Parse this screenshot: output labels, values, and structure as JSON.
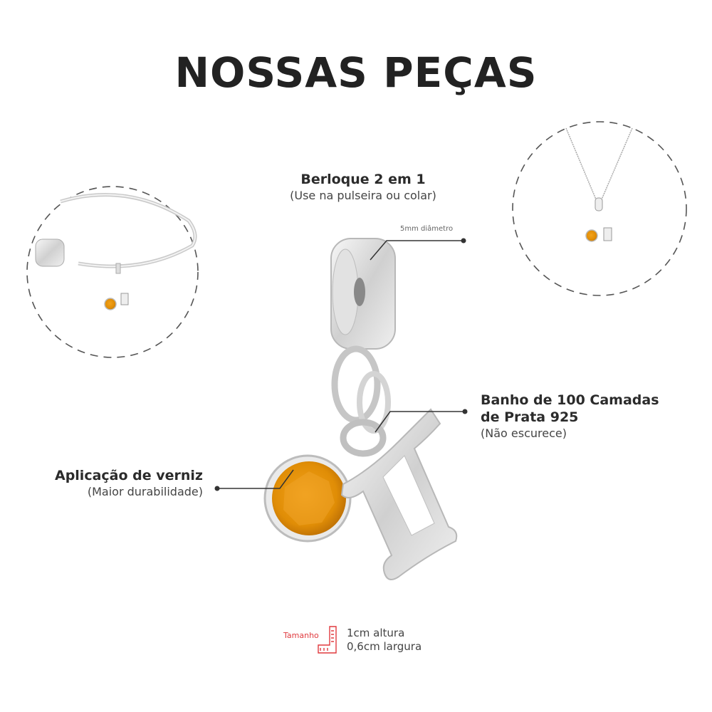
{
  "title": "NOSSAS PEÇAS",
  "callouts": {
    "top": {
      "headline": "Berloque 2 em 1",
      "sub": "(Use na pulseira ou colar)"
    },
    "diameter": {
      "label": "5mm diâmetro"
    },
    "plating": {
      "line1": "Banho de 100 Camadas",
      "line2": "de Prata 925",
      "sub": "(Não escurece)"
    },
    "varnish": {
      "headline": "Aplicação de verniz",
      "sub": "(Maior durabilidade)"
    }
  },
  "size": {
    "label": "Tamanho",
    "height": "1cm altura",
    "width": "0,6cm largura"
  },
  "thumbnails": [
    {
      "name": "bracelet-view"
    },
    {
      "name": "necklace-view"
    }
  ],
  "colors": {
    "accent_red": "#e03a3e",
    "stone_amber": "#e89a0c",
    "silver": "#d9d9d9",
    "text_dark": "#222222"
  }
}
